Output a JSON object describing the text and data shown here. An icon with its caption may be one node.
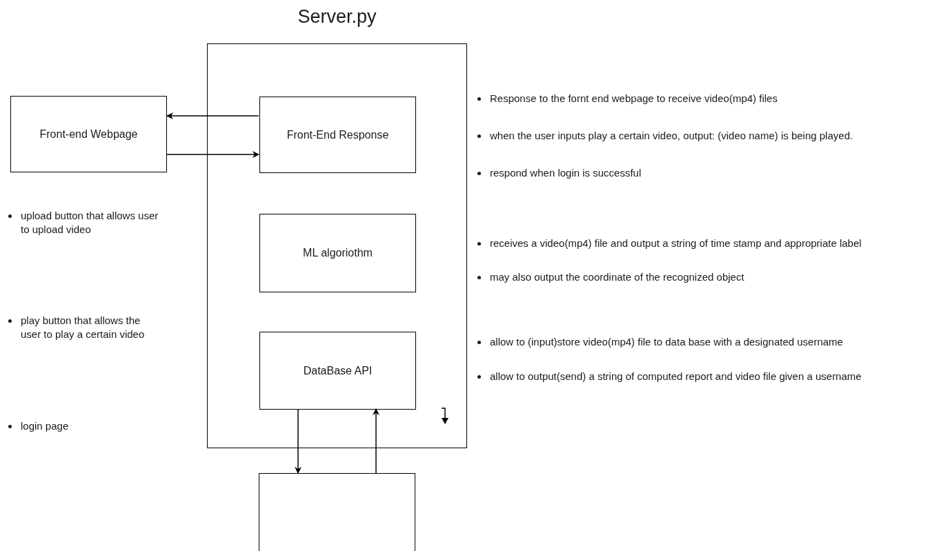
{
  "diagram": {
    "nodes": [
      {
        "text": [
          "Server.py"
        ]
      },
      {
        "text": [
          "Front-end Webpage"
        ]
      },
      {
        "text": [
          "Front-End Response"
        ],
        "in": 0
      },
      {
        "text": [
          "ML algoriothm"
        ],
        "in": 0
      },
      {
        "text": [
          "DataBase API"
        ],
        "in": 0
      },
      {
        "text": [],
        "shape": "box"
      }
    ],
    "edges": [
      {
        "from": 2,
        "to": 1,
        "arrow": "to"
      },
      {
        "from": 1,
        "to": 2,
        "arrow": "to"
      },
      {
        "from": 4,
        "to": 5,
        "arrow": "to"
      },
      {
        "from": 5,
        "to": 4,
        "arrow": "to"
      }
    ],
    "labels": [
      "upload button that allows user to upload video",
      "play button that allows the user to play a certain video",
      "login page",
      "Response to the fornt end webpage to receive video(mp4) files",
      "when the user inputs play a certain video, output: (video name) is being played.",
      "respond when login is successful",
      "receives a video(mp4) file and output a string of time stamp and appropriate label",
      "may also output the coordinate of the recognized object",
      "allow to (input)store video(mp4) file to data base with a designated username",
      "allow to output(send) a string of computed report and video file given a username"
    ]
  }
}
